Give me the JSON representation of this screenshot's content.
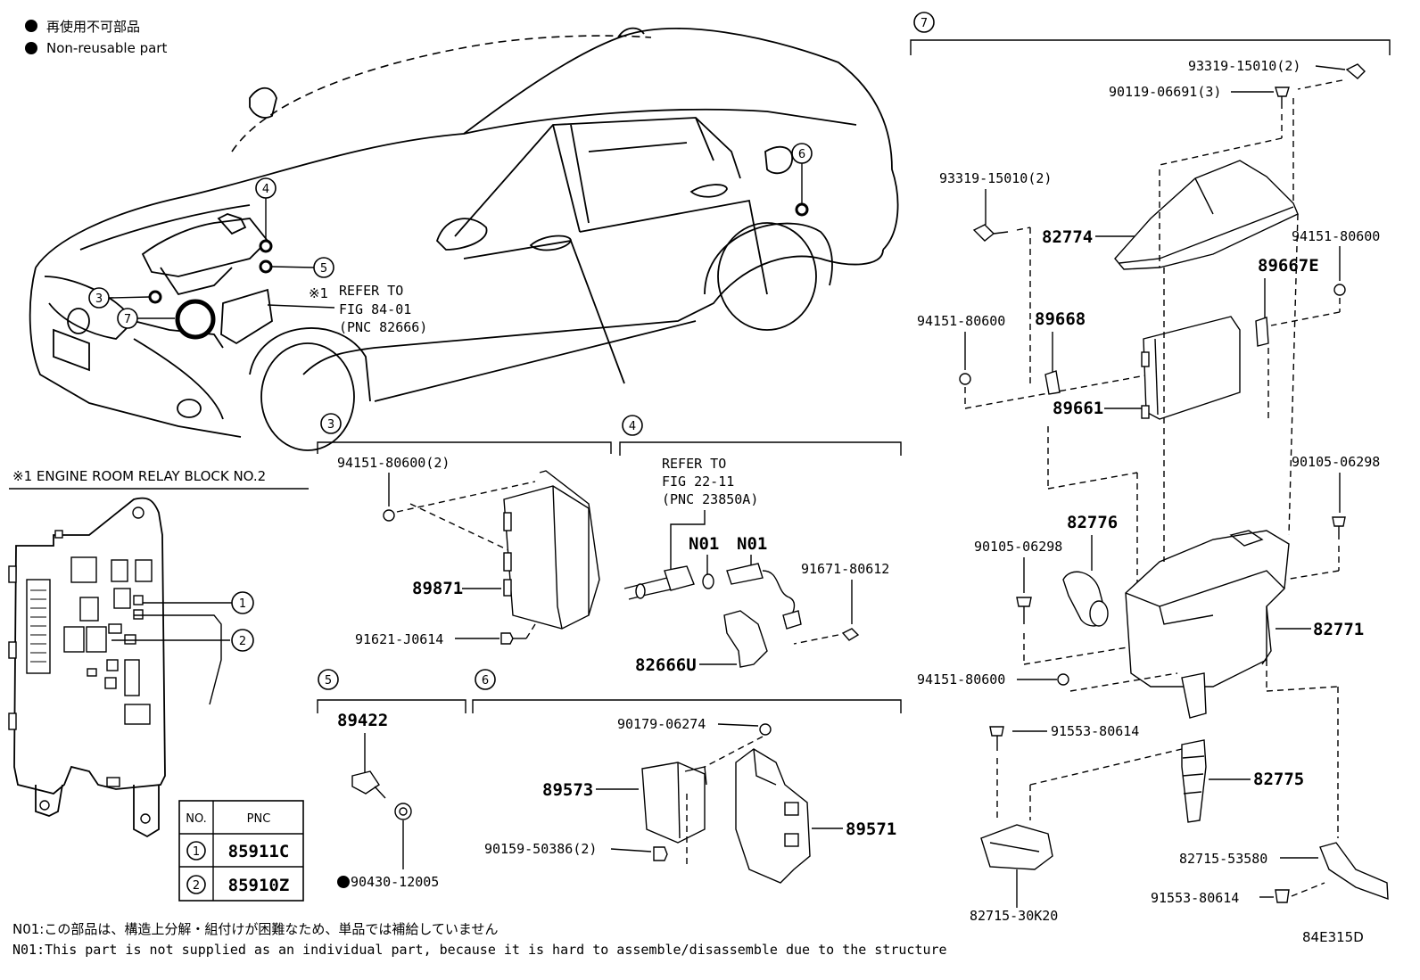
{
  "legend": {
    "jp": "再使用不可部品",
    "en": "Non-reusable part"
  },
  "car_callouts": [
    "4",
    "5",
    "3",
    "7",
    "6"
  ],
  "refer_main": {
    "mark": "※1",
    "line1": "REFER TO",
    "line2": "FIG 84-01",
    "line3": "(PNC 82666)"
  },
  "relay_block": {
    "title": "※1 ENGINE ROOM RELAY BLOCK NO.2",
    "callouts": [
      "1",
      "2"
    ],
    "table_headers": [
      "NO.",
      "PNC"
    ],
    "table_rows": [
      {
        "no": "1",
        "pnc": "85911C"
      },
      {
        "no": "2",
        "pnc": "85910Z"
      }
    ]
  },
  "section3": {
    "id": "3",
    "parts": {
      "nut": "94151-80600(2)",
      "ecu": "89871",
      "bolt": "91621-J0614"
    }
  },
  "section4": {
    "id": "4",
    "refer": {
      "line1": "REFER TO",
      "line2": "FIG 22-11",
      "line3": "(PNC 23850A)"
    },
    "n01a": "N01",
    "n01b": "N01",
    "parts": {
      "bolt": "91671-80612",
      "bracket": "82666U"
    }
  },
  "section5": {
    "id": "5",
    "parts": {
      "sensor": "89422",
      "gasket": "90430-12005"
    }
  },
  "section6": {
    "id": "6",
    "parts": {
      "nut": "90179-06274",
      "bracket": "89573",
      "bolt": "90159-50386(2)",
      "sensor": "89571"
    }
  },
  "section7": {
    "id": "7",
    "parts": {
      "top_screw": "93319-15010(2)",
      "top_bolt": "90119-06691(3)",
      "left_screw": "93319-15010(2)",
      "cover": "82774",
      "right_nut_top": "94151-80600",
      "bracket_e": "89667E",
      "left_nut": "94151-80600",
      "bracket": "89668",
      "ecu": "89661",
      "right_bolt": "90105-06298",
      "duct": "82776",
      "left_bolt": "90105-06298",
      "box": "82771",
      "lower_nut": "94151-80600",
      "lower_bolt": "91553-80614",
      "pipe": "82775",
      "bracket_lower_right": "82715-53580",
      "bolt_lower_right": "91553-80614",
      "bracket_lower": "82715-30K20"
    }
  },
  "notes": {
    "jp": "N01:この部品は、構造上分解・組付けが困難なため、単品では補給していません",
    "en": "N01:This part is not supplied as an individual part, because it is hard to assemble/disassemble due to the structure"
  },
  "figure_code": "84E315D"
}
